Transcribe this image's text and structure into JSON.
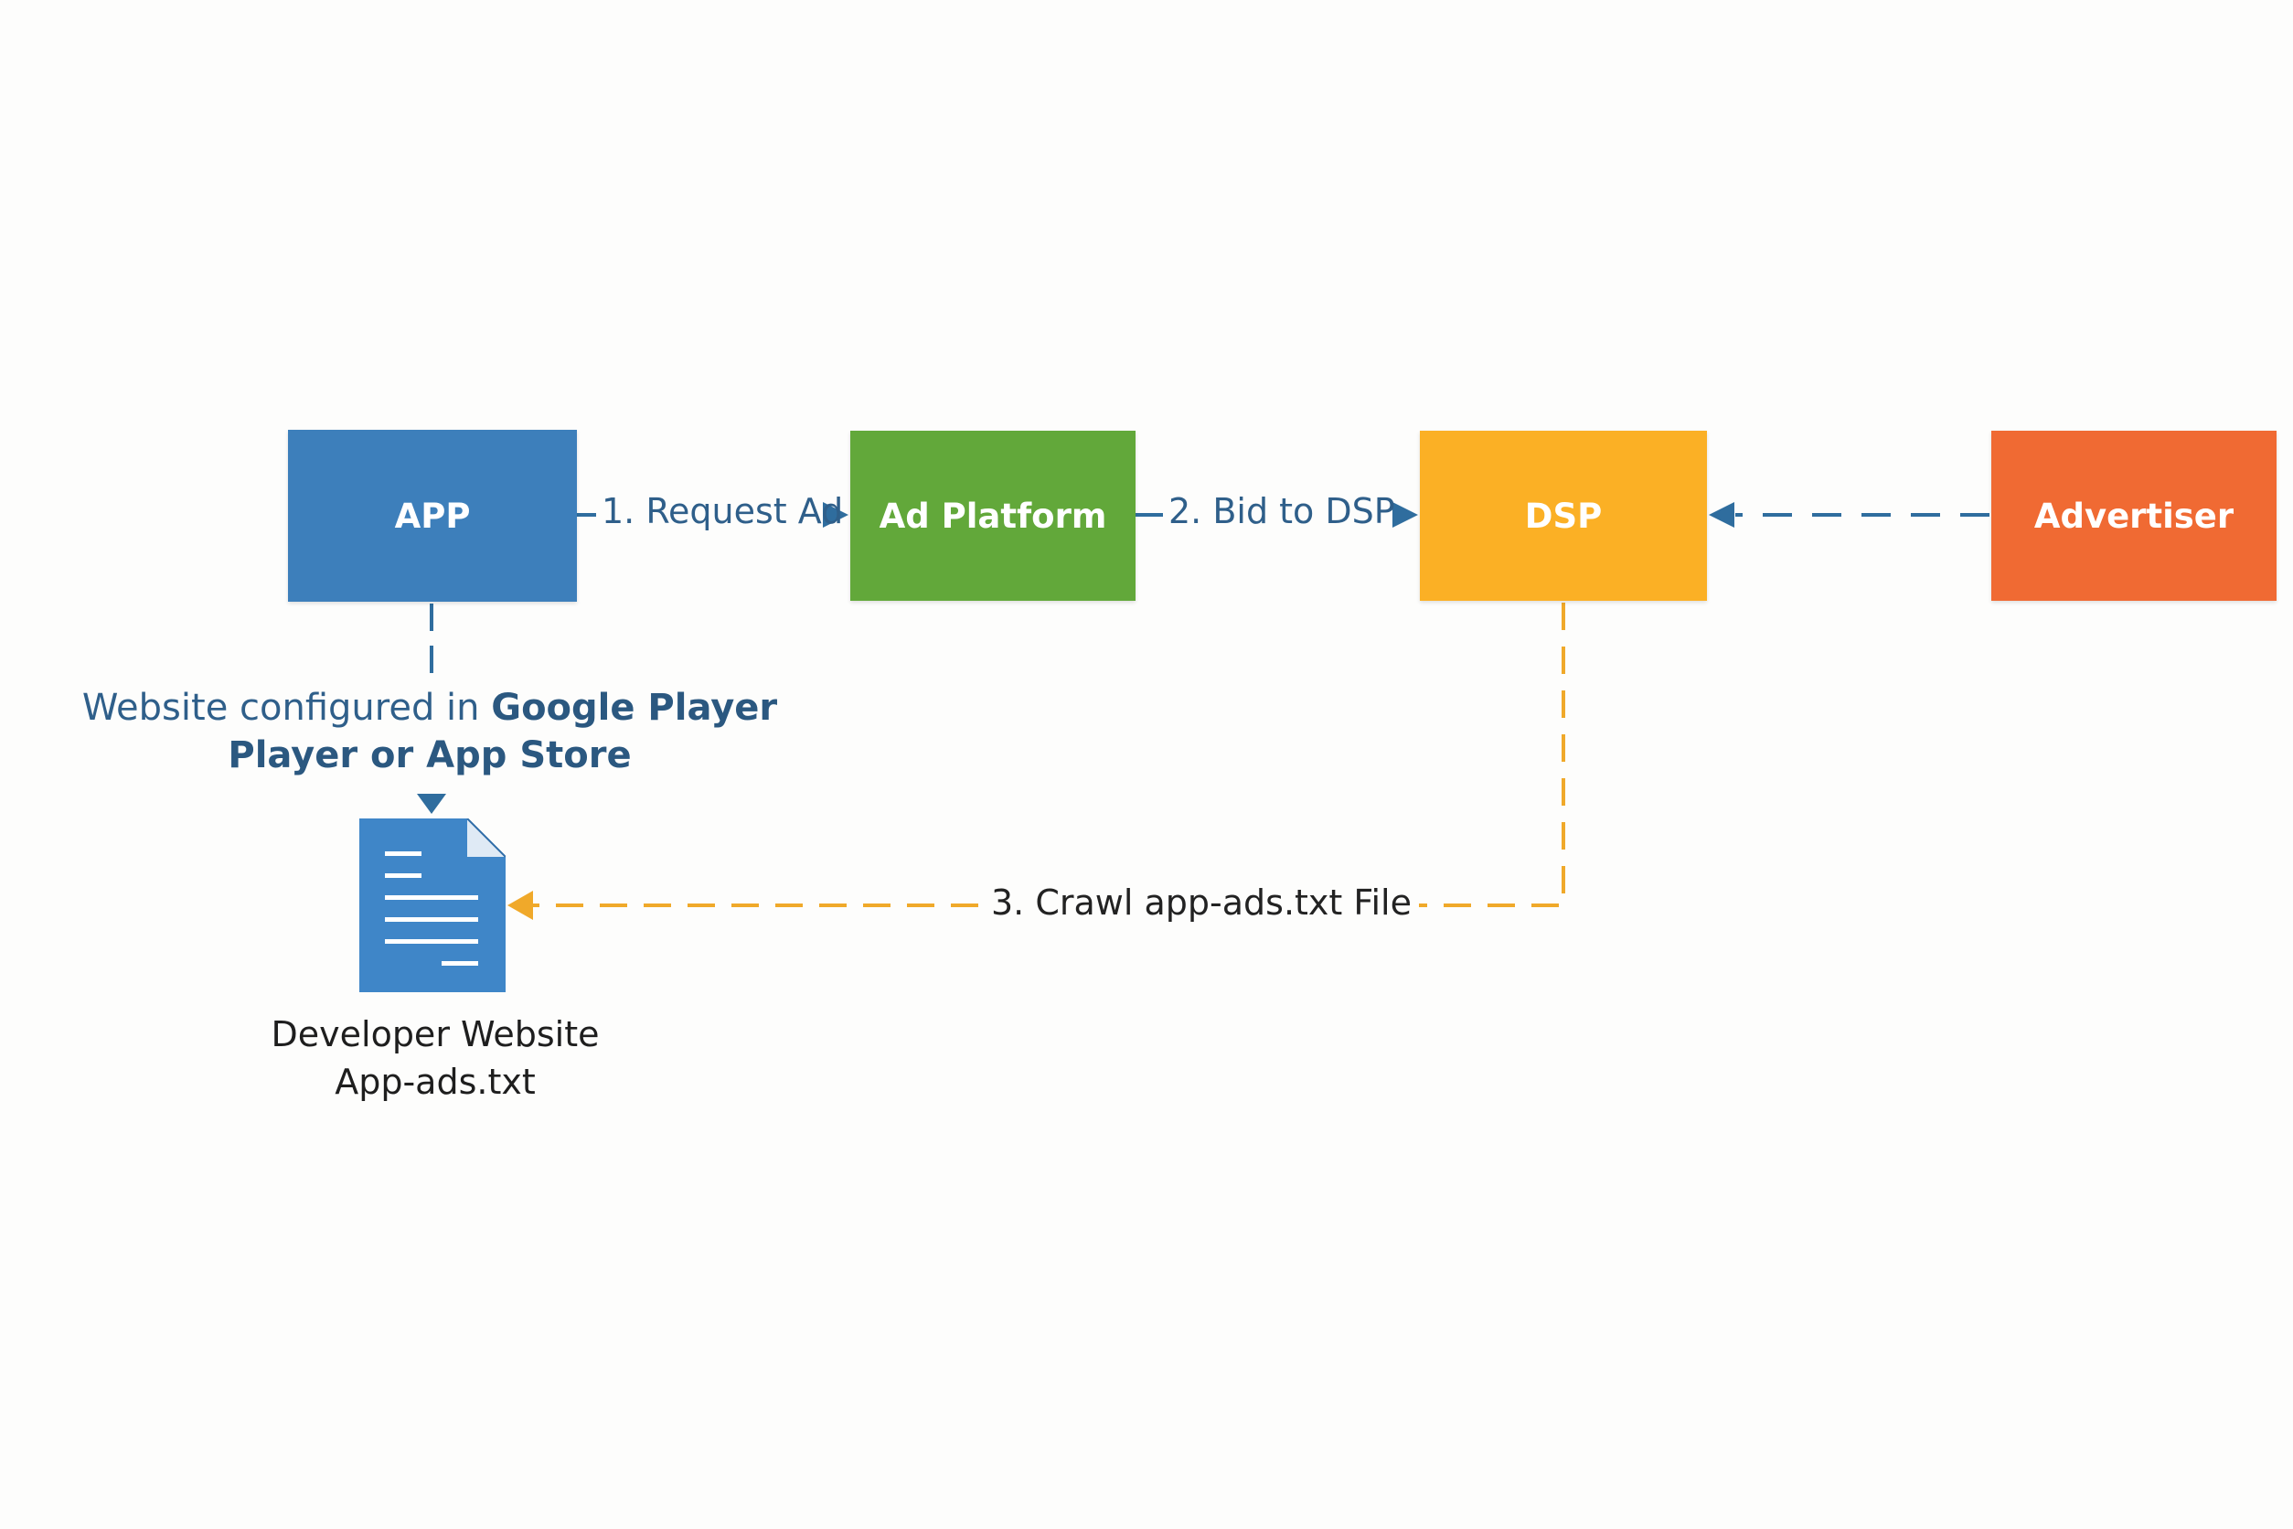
{
  "nodes": {
    "app": "APP",
    "ad_platform": "Ad Platform",
    "dsp": "DSP",
    "advertiser": "Advertiser"
  },
  "edges": {
    "request_ad": "1. Request Ad",
    "bid_to_dsp": "2. Bid to DSP",
    "crawl": "3. Crawl app-ads.txt File"
  },
  "website_config": {
    "prefix": "Website configured in ",
    "emphasis_line1": "Google Player",
    "emphasis_line2": "Player or App Store"
  },
  "developer_website": {
    "line1": "Developer Website",
    "line2": "App-ads.txt"
  },
  "icons": {
    "document": "document-icon"
  },
  "colors": {
    "app": "#3d7fbb",
    "ad_platform": "#62a83a",
    "dsp": "#fbb025",
    "advertiser": "#f06a33",
    "flow_arrow": "#2f6d9e",
    "crawl_arrow": "#f0a92a",
    "document": "#3f86c8"
  }
}
